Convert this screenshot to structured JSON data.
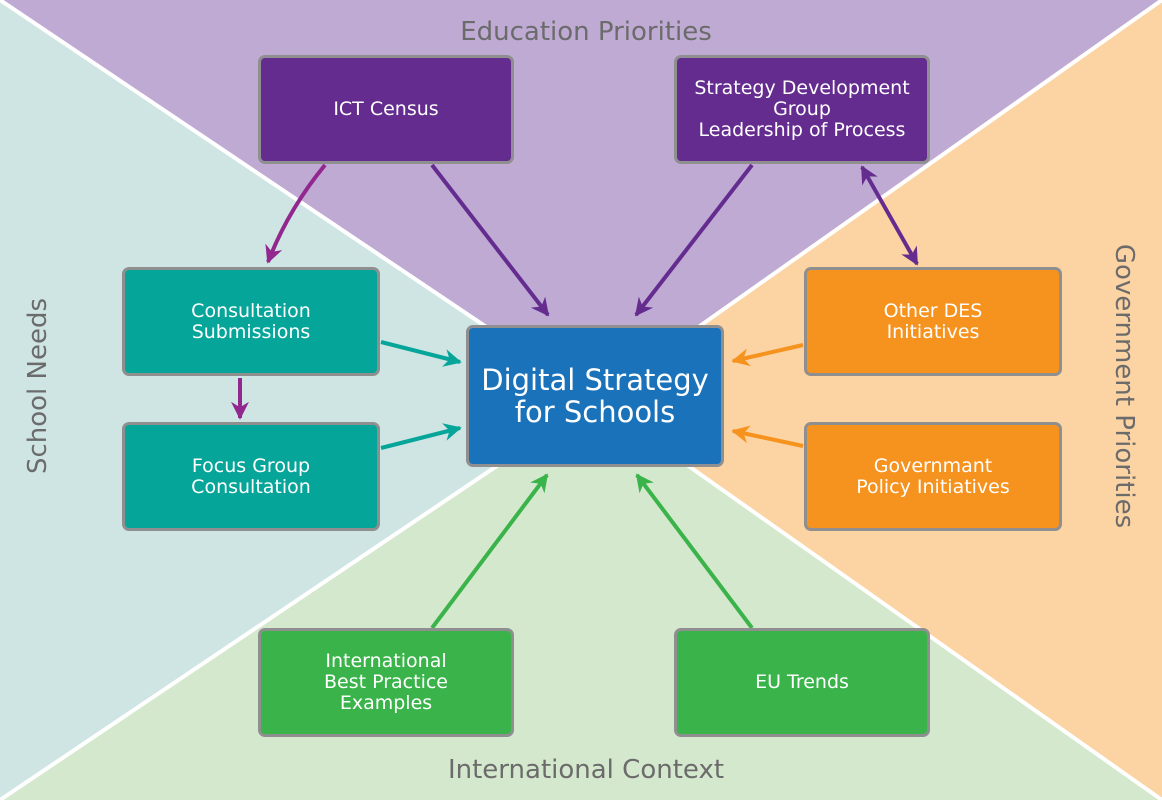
{
  "regions": {
    "top": "Education Priorities",
    "left": "School Needs",
    "right": "Government Priorities",
    "bottom": "International Context"
  },
  "center": "Digital Strategy\nfor Schools",
  "boxes": {
    "ict_census": "ICT Census",
    "strategy_group": "Strategy Development\nGroup\nLeadership of Process",
    "consultation": "Consultation\nSubmissions",
    "focus_group": "Focus Group\nConsultation",
    "other_des": "Other DES\nInitiatives",
    "gov_policy": "Governmant\nPolicy Initiatives",
    "intl_best": "International\nBest Practice\nExamples",
    "eu_trends": "EU Trends"
  },
  "colors": {
    "top_region": "#bfaad4",
    "left_region": "#cfe5e3",
    "right_region": "#fcd3a2",
    "bottom_region": "#d4e8cd",
    "purple": "#652c90",
    "teal": "#06a59a",
    "orange": "#f6921e",
    "green": "#3ab44a",
    "center": "#1a72ba",
    "arrow_purple": "#652c90",
    "arrow_magenta": "#92278f",
    "arrow_teal": "#06a59a",
    "arrow_orange": "#f6921e",
    "arrow_green": "#3ab44a"
  }
}
